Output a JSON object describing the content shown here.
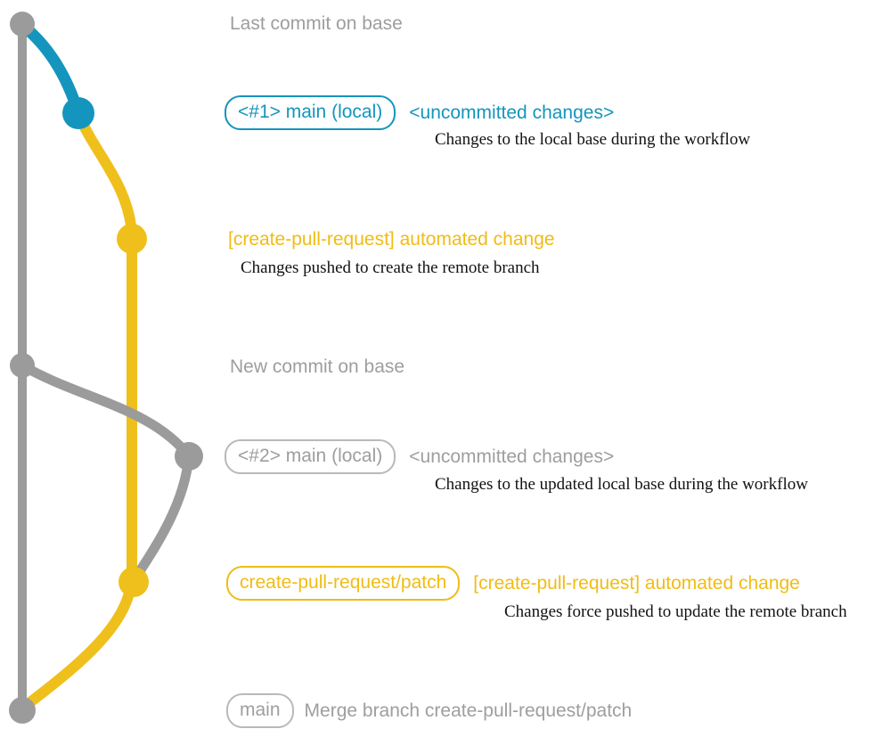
{
  "colors": {
    "gray_line": "#9b9b9b",
    "gray_text": "#9e9e9e",
    "gray_border": "#b9b9b9",
    "blue": "#1495be",
    "yellow_line": "#efc01c",
    "yellow_text": "#f0bc15"
  },
  "graph": {
    "base_branch_color": "#9b9b9b",
    "local_main_color_1": "#1495be",
    "pr_branch_color": "#efc01c",
    "local_main_color_2": "#9b9b9b"
  },
  "rows": {
    "last_commit": {
      "label": "Last commit on base"
    },
    "commit1": {
      "badge": "<#1> main (local)",
      "title": "<uncommitted changes>",
      "description": "Changes to the local base during the workflow"
    },
    "commit2": {
      "title": "[create-pull-request] automated change",
      "description": "Changes pushed to create the remote branch"
    },
    "new_commit": {
      "label": "New commit on base"
    },
    "commit3": {
      "badge": "<#2> main (local)",
      "title": "<uncommitted changes>",
      "description": "Changes to the updated local base during the workflow"
    },
    "commit4": {
      "badge": "create-pull-request/patch",
      "title": "[create-pull-request] automated change",
      "description": "Changes force pushed to update the remote branch"
    },
    "merge": {
      "badge": "main",
      "message": "Merge branch create-pull-request/patch"
    }
  }
}
